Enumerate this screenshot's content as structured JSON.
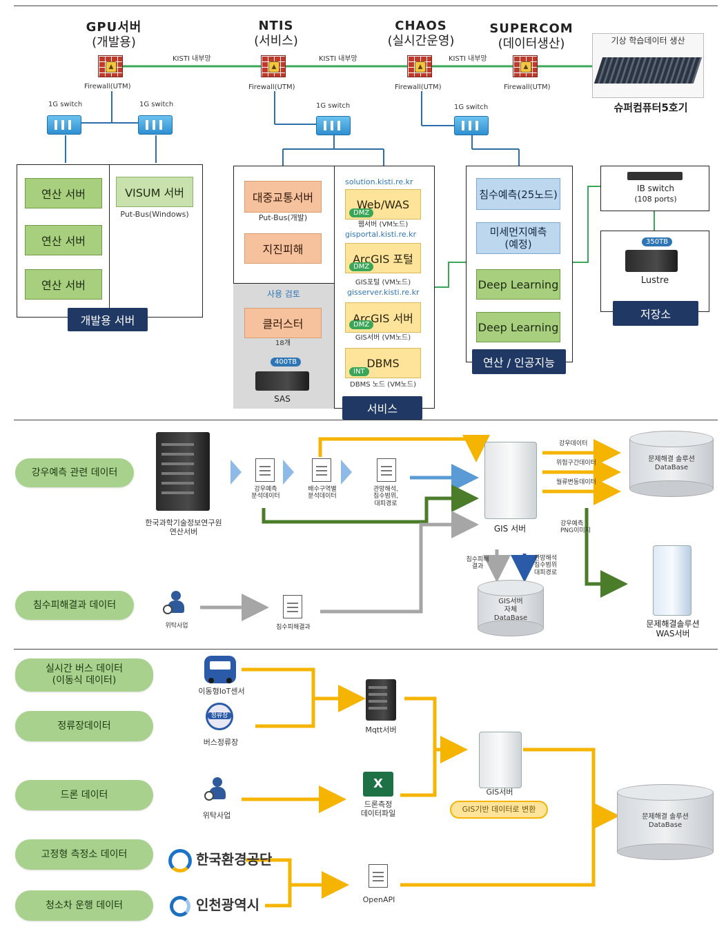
{
  "section1": {
    "nodes": {
      "gpu": {
        "name": "GPU서버",
        "sub": "(개발용)"
      },
      "ntis": {
        "name": "NTIS",
        "sub": "(서비스)"
      },
      "chaos": {
        "name": "CHAOS",
        "sub": "(실시간운영)"
      },
      "supercom": {
        "name": "SUPERCOM",
        "sub": "(데이터생산)"
      }
    },
    "firewall_label": "Firewall(UTM)",
    "network_label": "KISTI 내부망",
    "switch_label": "1G switch",
    "supercomputer": {
      "caption": "기상 학습데이터 생산",
      "name": "슈퍼컴퓨터5호기"
    },
    "dev_group": {
      "calc1": "연산 서버",
      "calc2": "연산 서버",
      "calc3": "연산 서버",
      "visum": "VISUM 서버",
      "visum_sub": "Put-Bus(Windows)",
      "title": "개발용 서버"
    },
    "service_group": {
      "transit": "대중교통서버",
      "transit_sub": "Put-Bus(개발)",
      "quake": "지진피해",
      "review": "사용 검토",
      "cluster": "클러스터",
      "cluster_count": "18개",
      "cluster_storage": "400TB",
      "sas": "SAS",
      "url1": "solution.kisti.re.kr",
      "web": "Web/WAS",
      "web_sub": "웹서버 (VM노드)",
      "url2": "gisportal.kisti.re.kr",
      "portal": "ArcGIS 포털",
      "portal_sub": "GIS포털 (VM노드)",
      "url3": "gisserver.kisti.re.kr",
      "arcserver": "ArcGIS 서버",
      "arcserver_sub": "GIS서버 (VM노드)",
      "dbms": "DBMS",
      "dbms_sub": "DBMS 노드 (VM노드)",
      "dmz": "DMZ",
      "int": "INT",
      "title": "서비스"
    },
    "ai_group": {
      "flood": "침수예측(25노드)",
      "dust": "미세먼지예측",
      "dust_sub": "(예정)",
      "dl1": "Deep Learning",
      "dl2": "Deep Learning",
      "title": "연산 / 인공지능"
    },
    "storage_group": {
      "ib": "IB switch",
      "ib_ports": "(108 ports)",
      "lustre_size": "350TB",
      "lustre": "Lustre",
      "title": "저장소"
    }
  },
  "section2": {
    "rain_data": "강우예측 관련 데이터",
    "flood_data": "침수피해결과 데이터",
    "kisti_server": "한국과학기술정보연구원\n연산서버",
    "doc1": "강우예측\n분석데이터",
    "doc2": "배수구역별\n분석데이터",
    "doc3": "관망해석,\n침수범위,\n대피경로",
    "gis_server": "GIS 서버",
    "out1": "강우데이터",
    "out2": "위험구간데이터",
    "out3": "월류변동데이터",
    "db": "문제해결 솔루션\nDataBase",
    "png": "강우예측\nPNG이미지",
    "down1": "침수피해\n결과",
    "down2": "관망해석\n침수범위\n대피경로",
    "gis_db": "GIS서버\n자체\nDataBase",
    "was": "문제해결솔루션\nWAS서버",
    "contractor": "위탁사업",
    "flood_result": "침수피해결과"
  },
  "section3": {
    "bus": "실시간 버스 데이터\n(이동식 데이터)",
    "stop": "정류장데이터",
    "drone": "드론 데이터",
    "fixed": "고정형 측정소 데이터",
    "cleaner": "청소차 운행 데이터",
    "iot": "이동형IoT센서",
    "bus_stop_sign": "정류장",
    "bus_stop": "버스정류장",
    "contractor": "위탁사업",
    "mqtt": "Mqtt서버",
    "drone_file": "드론측정\n데이터파일",
    "keco": "한국환경공단",
    "incheon": "인천광역시",
    "openapi": "OpenAPI",
    "gis": "GIS서버",
    "convert": "GIS기반 데이터로 변환",
    "db": "문제해결 솔루션\nDataBase"
  },
  "colors": {
    "green_line": "#3aa657",
    "navy": "#1f3864",
    "yellow_arrow": "#f4b400",
    "dark_green_arrow": "#4a7c2a",
    "blue_arrow": "#5b9bd5",
    "gray_arrow": "#a6a6a6"
  }
}
